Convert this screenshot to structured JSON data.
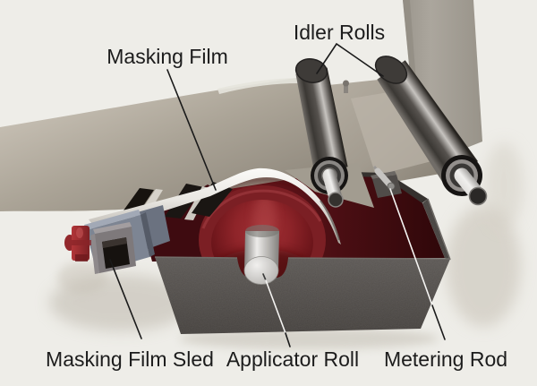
{
  "diagram": {
    "labels": {
      "masking_film": "Masking Film",
      "idler_rolls": "Idler Rolls",
      "masking_film_sled": "Masking Film Sled",
      "applicator_roll": "Applicator Roll",
      "metering_rod": "Metering Rod"
    },
    "colors": {
      "background": "#EEEDE8",
      "film_band": "#ACA69A",
      "applicator_roll_red": "#8E2429",
      "pan_charcoal": "#4D4946",
      "pan_interior_red": "#5A1218",
      "roller_metal_dark": "#3A3734",
      "metal_silver": "#C9C7C4",
      "sled_bracket_gray": "#7D8593",
      "knob_red": "#A32C30",
      "label_text": "#1C1C1C"
    }
  }
}
